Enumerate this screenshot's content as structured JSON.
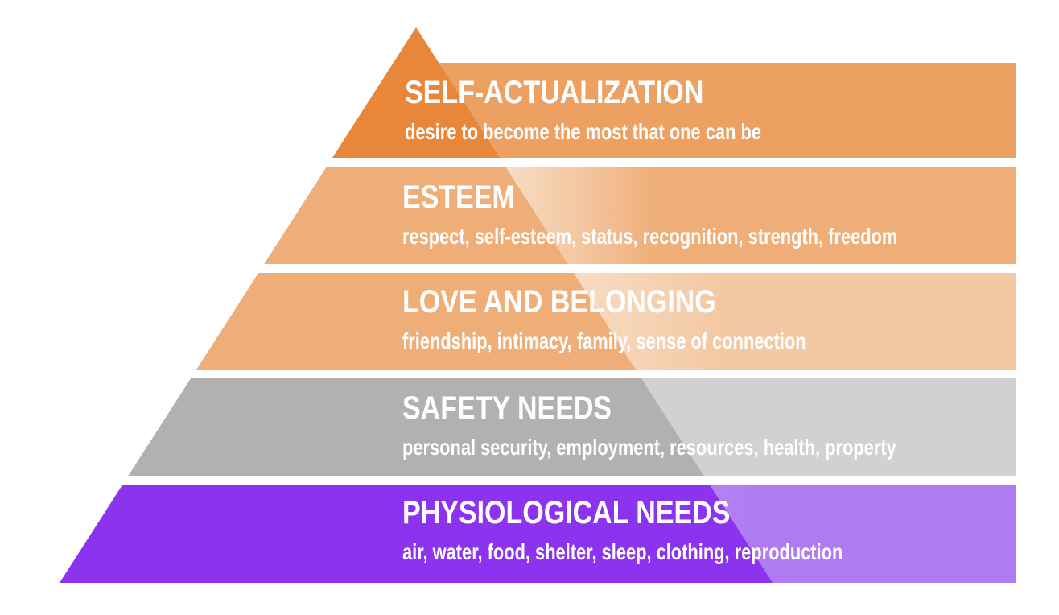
{
  "levels": [
    {
      "key": "self-actualization",
      "title": "SELF-ACTUALIZATION",
      "description": "desire to become the most that one can be",
      "triangle_color": "#E8863A",
      "band_color": "#ECA062",
      "fade_color": "#ECA062"
    },
    {
      "key": "esteem",
      "title": "ESTEEM",
      "description": "respect, self-esteem, status, recognition, strength, freedom",
      "triangle_color": "#EFAE77",
      "band_color": "#EFAE77",
      "fade_color": "#F8E2CF"
    },
    {
      "key": "love-and-belonging",
      "title": "LOVE AND BELONGING",
      "description": "friendship, intimacy, family, sense of connection",
      "triangle_color": "#EFAE77",
      "band_color": "#F3C9A3",
      "fade_color": "#F9E4D2"
    },
    {
      "key": "safety-needs",
      "title": "SAFETY NEEDS",
      "description": "personal security, employment, resources, health, property",
      "triangle_color": "#B1B1B1",
      "band_color": "#D1D1D1",
      "fade_color": "#D1D1D1"
    },
    {
      "key": "physiological-needs",
      "title": "PHYSIOLOGICAL NEEDS",
      "description": "air, water, food, shelter, sleep, clothing, reproduction",
      "triangle_color": "#8C33F0",
      "band_color": "#B07BF2",
      "fade_color": "#D3AEF8"
    }
  ]
}
